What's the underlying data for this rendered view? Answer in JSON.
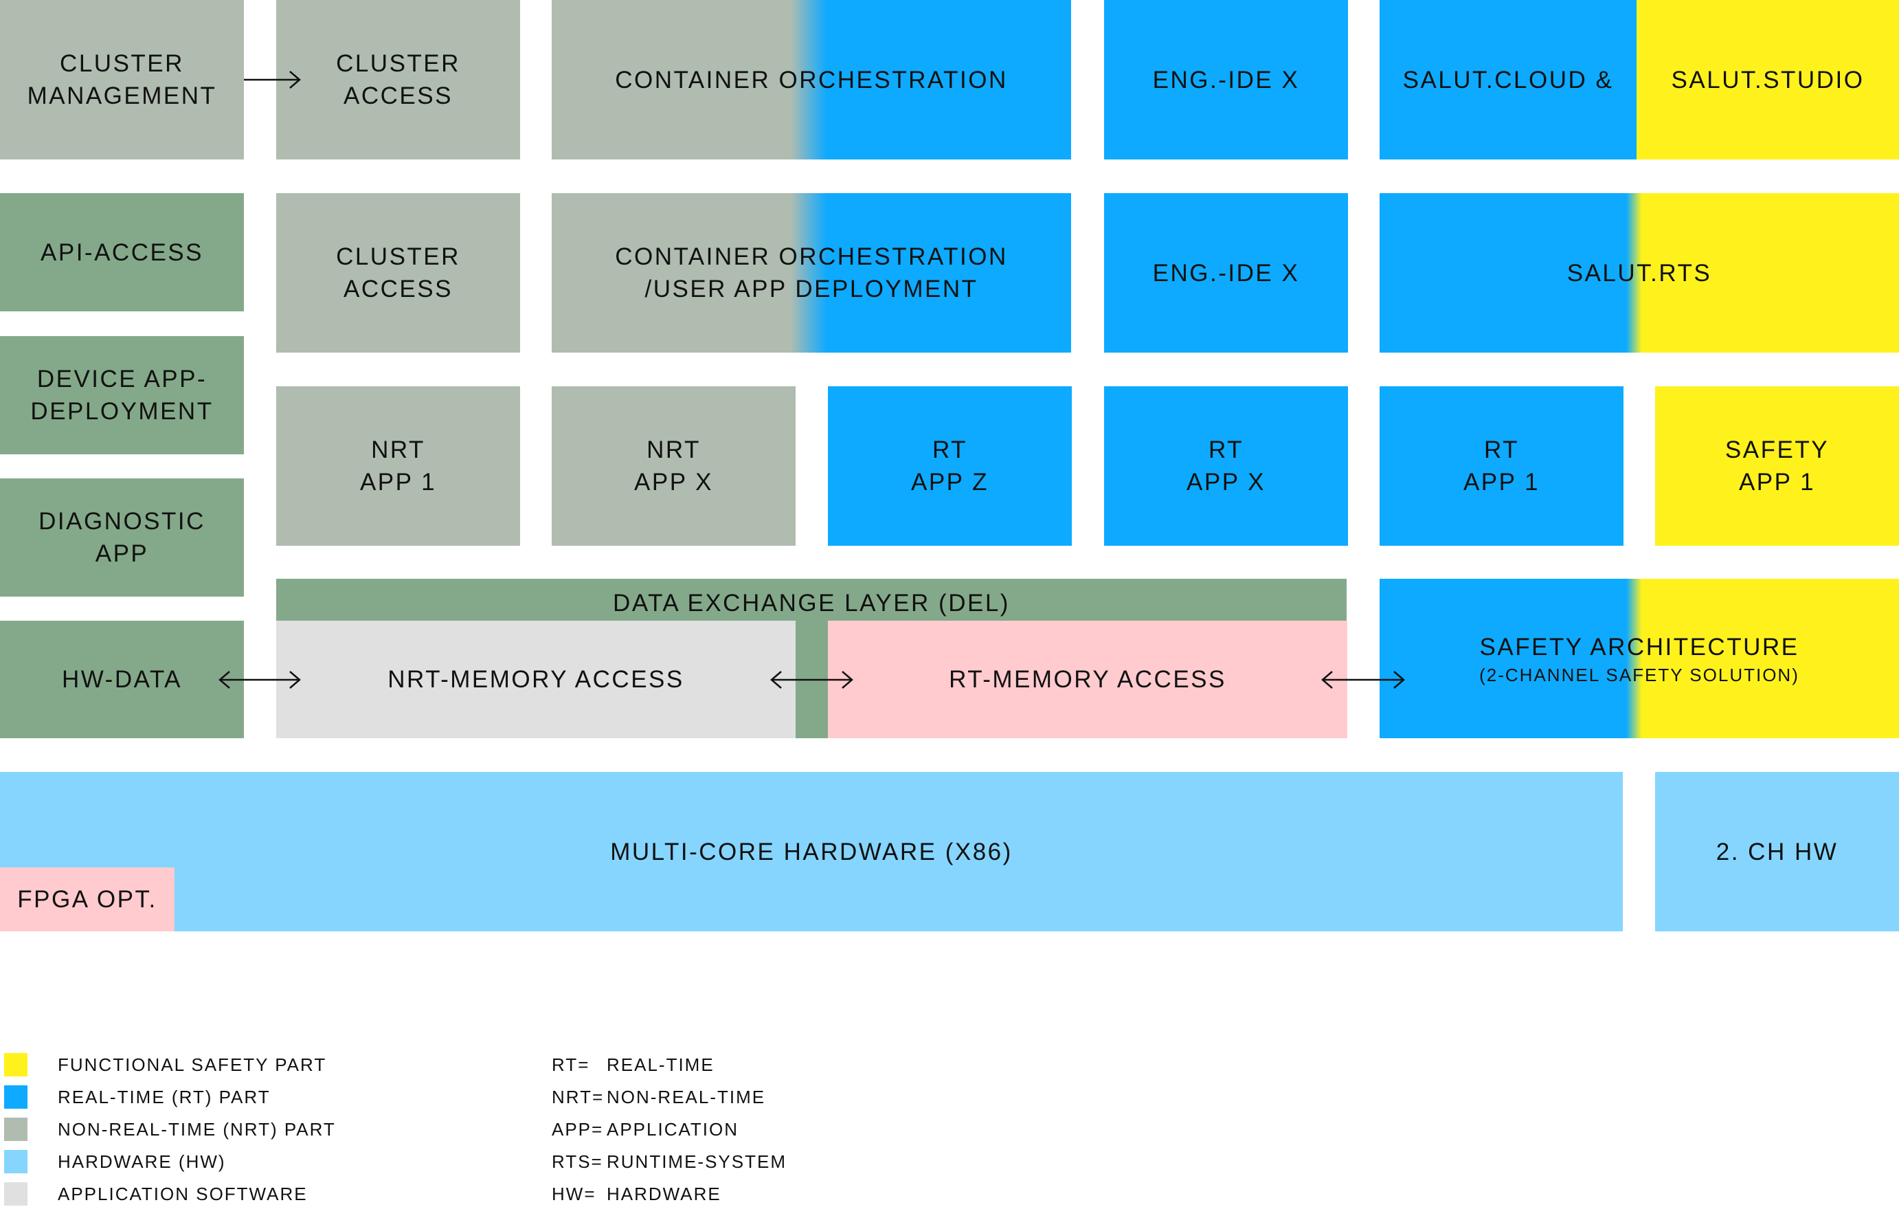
{
  "colors": {
    "nrt": "#b0bcb0",
    "application_software": "#84a98a",
    "real_time": "#0daaff",
    "functional_safety": "#fff21c",
    "hardware": "#85d5ff",
    "memory": "#e0e0e0",
    "rt_memory": "#ffcbcf"
  },
  "row1": {
    "cluster_management": "CLUSTER\nMANAGEMENT",
    "cluster_access": "CLUSTER\nACCESS",
    "container_orchestration": "CONTAINER ORCHESTRATION",
    "eng_ide": "ENG.-IDE X",
    "salut_cloud": "SALUT.CLOUD &",
    "salut_studio": "SALUT.STUDIO"
  },
  "row2": {
    "api_access": "API-ACCESS",
    "cluster_access": "CLUSTER\nACCESS",
    "container_orchestration": "CONTAINER ORCHESTRATION\n/USER APP DEPLOYMENT",
    "eng_ide": "ENG.-IDE X",
    "salut_rts": "SALUT.RTS"
  },
  "row3": {
    "device_app_deployment": "DEVICE APP-\nDEPLOYMENT",
    "nrt_app_1": "NRT\nAPP 1",
    "nrt_app_x": "NRT\nAPP X",
    "rt_app_z": "RT\nAPP Z",
    "rt_app_x": "RT\nAPP X",
    "rt_app_1": "RT\nAPP 1",
    "safety_app_1": "SAFETY\nAPP 1"
  },
  "row4": {
    "diagnostic_app": "DIAGNOSTIC\nAPP",
    "del": "DATA EXCHANGE LAYER (DEL)",
    "hw_data": "HW-DATA",
    "nrt_memory": "NRT-MEMORY ACCESS",
    "rt_memory": "RT-MEMORY ACCESS",
    "safety_architecture": "SAFETY ARCHITECTURE",
    "safety_architecture_sub": "(2-CHANNEL SAFETY SOLUTION)"
  },
  "row5": {
    "multi_core": "MULTI-CORE HARDWARE (X86)",
    "fpga": "FPGA OPT.",
    "ch_hw": "2. CH HW"
  },
  "legend": {
    "colors": [
      {
        "color": "#fff21c",
        "label": "FUNCTIONAL SAFETY PART"
      },
      {
        "color": "#0daaff",
        "label": "REAL-TIME (RT) PART"
      },
      {
        "color": "#b0bcb0",
        "label": "NON-REAL-TIME (NRT) PART"
      },
      {
        "color": "#85d5ff",
        "label": "HARDWARE (HW)"
      },
      {
        "color": "#e0e0e0",
        "label": "APPLICATION SOFTWARE"
      }
    ],
    "abbreviations": [
      {
        "abbr": "RT=",
        "meaning": "REAL-TIME"
      },
      {
        "abbr": "NRT=",
        "meaning": "NON-REAL-TIME"
      },
      {
        "abbr": "APP=",
        "meaning": "APPLICATION"
      },
      {
        "abbr": "RTS=",
        "meaning": "RUNTIME-SYSTEM"
      },
      {
        "abbr": "HW=",
        "meaning": "HARDWARE"
      }
    ]
  }
}
